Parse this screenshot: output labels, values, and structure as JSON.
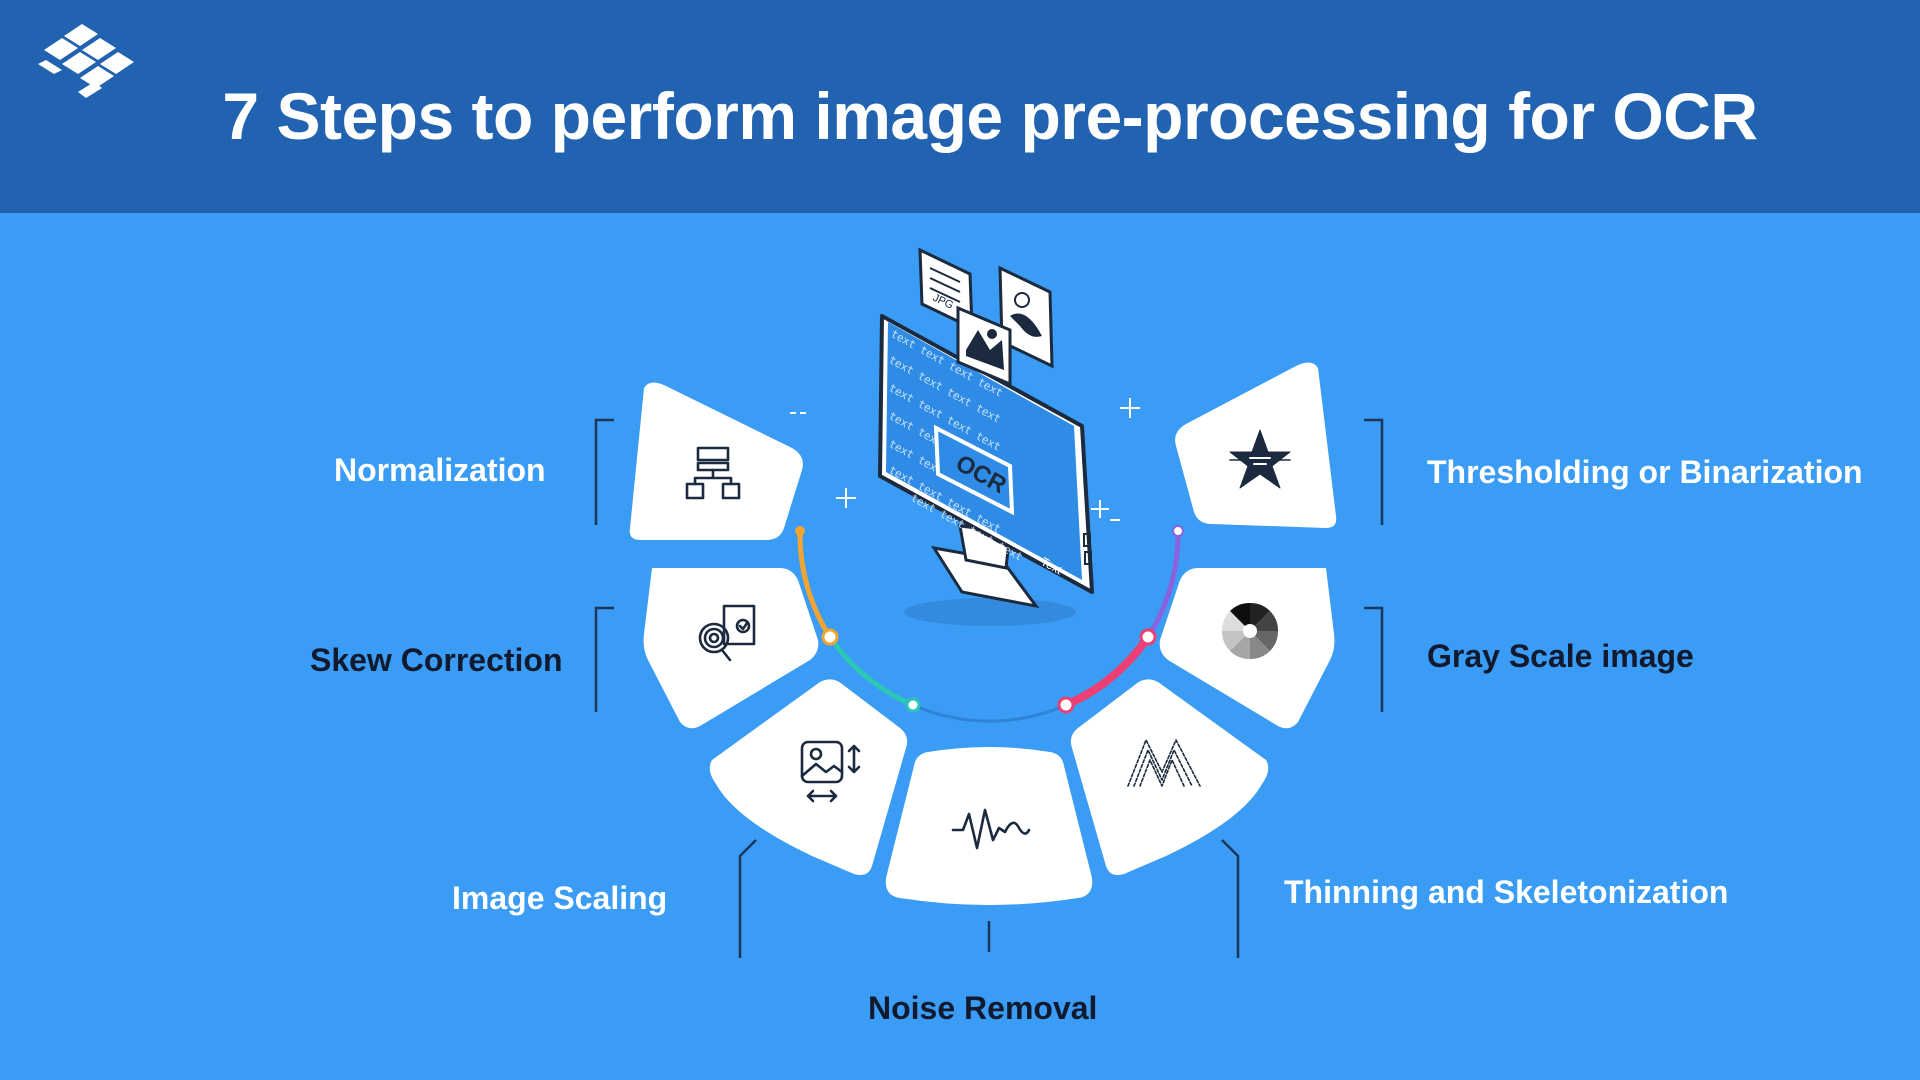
{
  "header": {
    "title": "7 Steps to perform image pre-processing for OCR"
  },
  "monitor": {
    "screen_label": "OCR",
    "file_label": "JPG",
    "corner_label": "Text",
    "text_fill": "text text text text"
  },
  "steps": [
    {
      "label": "Normalization",
      "icon": "flowchart-icon",
      "label_color": "#ffffff"
    },
    {
      "label": "Skew Correction",
      "icon": "target-document-icon",
      "label_color": "#111a2e"
    },
    {
      "label": "Image Scaling",
      "icon": "image-resize-icon",
      "label_color": "#ffffff"
    },
    {
      "label": "Noise Removal",
      "icon": "waveform-icon",
      "label_color": "#111a2e"
    },
    {
      "label": "Thinning and Skeletonization",
      "icon": "skeleton-peaks-icon",
      "label_color": "#ffffff"
    },
    {
      "label": "Gray Scale image",
      "icon": "grayscale-wheel-icon",
      "label_color": "#111a2e"
    },
    {
      "label": "Thresholding or Binarization",
      "icon": "threshold-star-icon",
      "label_color": "#ffffff"
    }
  ],
  "colors": {
    "header_bg": "#2163b0",
    "page_bg": "#3a9cf4",
    "tile_bg": "#ffffff",
    "arc_orange": "#f3a431",
    "arc_teal": "#2cc7b5",
    "arc_pink": "#ef3f72",
    "arc_purple": "#8a62e0"
  }
}
